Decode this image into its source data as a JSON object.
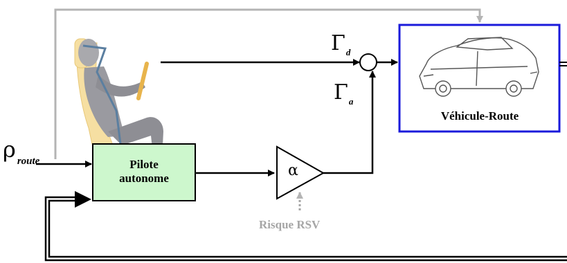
{
  "signals": {
    "gamma_symbol": "Γ",
    "gamma_d_sub": "d",
    "gamma_a_sub": "a",
    "rho_symbol": "ρ",
    "rho_sub": "route",
    "alpha_symbol": "α"
  },
  "blocks": {
    "vehicle_label": "Véhicule-Route",
    "pilot_line1": "Pilote",
    "pilot_line2": "autonome",
    "risk_label": "Risque RSV"
  },
  "colors": {
    "vehicle_border": "#1a1adb",
    "pilot_fill": "#cdf7cd",
    "feedback_gray": "#b4b4b4",
    "risk_text": "#a6a6a6"
  }
}
